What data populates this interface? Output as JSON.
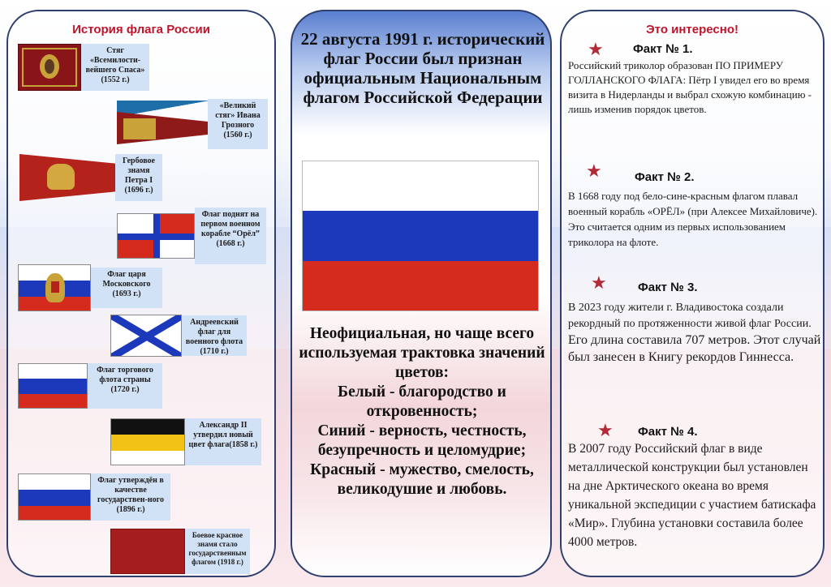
{
  "left_panel": {
    "title": "История флага России",
    "items": [
      {
        "caption": "Стяг «Всемилости-вейшего Спаса» (1552 г.)",
        "icon": "spas-banner"
      },
      {
        "caption": "«Великий стяг» Ивана Грозного (1560 г.)",
        "icon": "ivan-banner"
      },
      {
        "caption": "Гербовое знамя Петра I (1696 г.)",
        "icon": "peter-banner"
      },
      {
        "caption": "Флаг поднят на первом военном корабле “Орёл” (1668 г.)",
        "icon": "orel-flag"
      },
      {
        "caption": "Флаг царя Московского (1693 г.)",
        "icon": "tsar-flag"
      },
      {
        "caption": "Андреевский флаг для военного флота (1710 г.)",
        "icon": "andreevsky-flag"
      },
      {
        "caption": "Флаг торгового флота страны (1720 г.)",
        "icon": "merchant-flag"
      },
      {
        "caption": "Александр II утвердил новый цвет флага(1858 г.)",
        "icon": "imperial-flag"
      },
      {
        "caption": "Флаг утверждён в качестве государствен-ного (1896 г.)",
        "icon": "state-flag"
      },
      {
        "caption": "Боевое красное знамя стало государственным флагом (1918 г.)",
        "icon": "red-banner"
      }
    ]
  },
  "middle_panel": {
    "title": "22 августа 1991 г. исторический флаг России был признан официальным Национальным флагом Российской Федерации",
    "body_intro": "Неофициальная, но чаще всего используемая трактовка значений цветов:",
    "white": "Белый - благородство и откровенность;",
    "blue": "Синий - верность, честность, безупречность и целомудрие;",
    "red": "Красный - мужество, смелость, великодушие и любовь."
  },
  "right_panel": {
    "title": "Это интересно!",
    "facts": [
      {
        "heading": "Факт № 1.",
        "text": "Российский триколор образован ПО ПРИМЕРУ ГОЛЛАНСКОГО ФЛАГА: Пётр I увидел его во время визита в Нидерланды и выбрал схожую комбинацию - лишь изменив порядок цветов."
      },
      {
        "heading": "Факт № 2.",
        "text": "В 1668 году под бело-сине-красным флагом плавал военный корабль «ОРЁЛ» (при Алексее Михайловиче). Это считается одним из первых использованием триколора на флоте."
      },
      {
        "heading": "Факт № 3.",
        "text_a": "В 2023 году жители г. Владивостока создали рекордный по протяженности живой флаг России.",
        "text_b": "Его длина составила 707 метров. Этот случай был занесен в Книгу рекордов Гиннесса."
      },
      {
        "heading": "Факт № 4.",
        "text": "В 2007 году Российский флаг в виде металлической конструкции был установлен на дне Арктического океана во время уникальной экспедиции с участием батискафа «Мир». Глубина установки составила более 4000 метров."
      }
    ]
  },
  "colors": {
    "accent_red": "#c0142b",
    "star": "#b12a35",
    "flag_white": "#ffffff",
    "flag_blue": "#1c39bb",
    "flag_red": "#d52b1e"
  }
}
